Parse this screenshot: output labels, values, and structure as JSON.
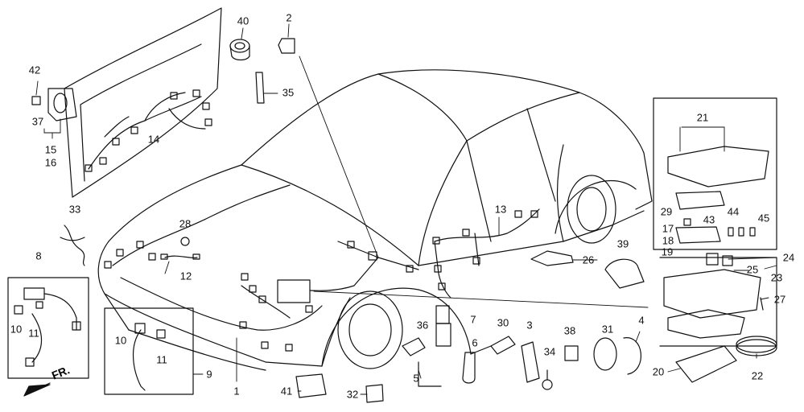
{
  "orientation_label": "FR.",
  "callouts": [
    {
      "id": "40",
      "text": "40"
    },
    {
      "id": "2",
      "text": "2"
    },
    {
      "id": "35",
      "text": "35"
    },
    {
      "id": "42",
      "text": "42"
    },
    {
      "id": "37",
      "text": "37"
    },
    {
      "id": "15",
      "text": "15"
    },
    {
      "id": "16",
      "text": "16"
    },
    {
      "id": "14",
      "text": "14"
    },
    {
      "id": "21",
      "text": "21"
    },
    {
      "id": "13",
      "text": "13"
    },
    {
      "id": "33",
      "text": "33"
    },
    {
      "id": "28",
      "text": "28"
    },
    {
      "id": "12",
      "text": "12"
    },
    {
      "id": "8",
      "text": "8"
    },
    {
      "id": "10a",
      "text": "10"
    },
    {
      "id": "11a",
      "text": "11"
    },
    {
      "id": "29",
      "text": "29"
    },
    {
      "id": "43",
      "text": "43"
    },
    {
      "id": "44",
      "text": "44"
    },
    {
      "id": "45",
      "text": "45"
    },
    {
      "id": "17",
      "text": "17"
    },
    {
      "id": "18",
      "text": "18"
    },
    {
      "id": "19",
      "text": "19"
    },
    {
      "id": "39",
      "text": "39"
    },
    {
      "id": "26",
      "text": "26"
    },
    {
      "id": "24",
      "text": "24"
    },
    {
      "id": "25",
      "text": "25"
    },
    {
      "id": "23",
      "text": "23"
    },
    {
      "id": "27",
      "text": "27"
    },
    {
      "id": "7",
      "text": "7"
    },
    {
      "id": "36",
      "text": "36"
    },
    {
      "id": "30",
      "text": "30"
    },
    {
      "id": "3",
      "text": "3"
    },
    {
      "id": "38",
      "text": "38"
    },
    {
      "id": "31",
      "text": "31"
    },
    {
      "id": "4",
      "text": "4"
    },
    {
      "id": "10b",
      "text": "10"
    },
    {
      "id": "11b",
      "text": "11"
    },
    {
      "id": "9",
      "text": "9"
    },
    {
      "id": "1",
      "text": "1"
    },
    {
      "id": "6",
      "text": "6"
    },
    {
      "id": "34",
      "text": "34"
    },
    {
      "id": "5",
      "text": "5"
    },
    {
      "id": "41",
      "text": "41"
    },
    {
      "id": "32",
      "text": "32"
    },
    {
      "id": "20",
      "text": "20"
    },
    {
      "id": "22",
      "text": "22"
    }
  ]
}
